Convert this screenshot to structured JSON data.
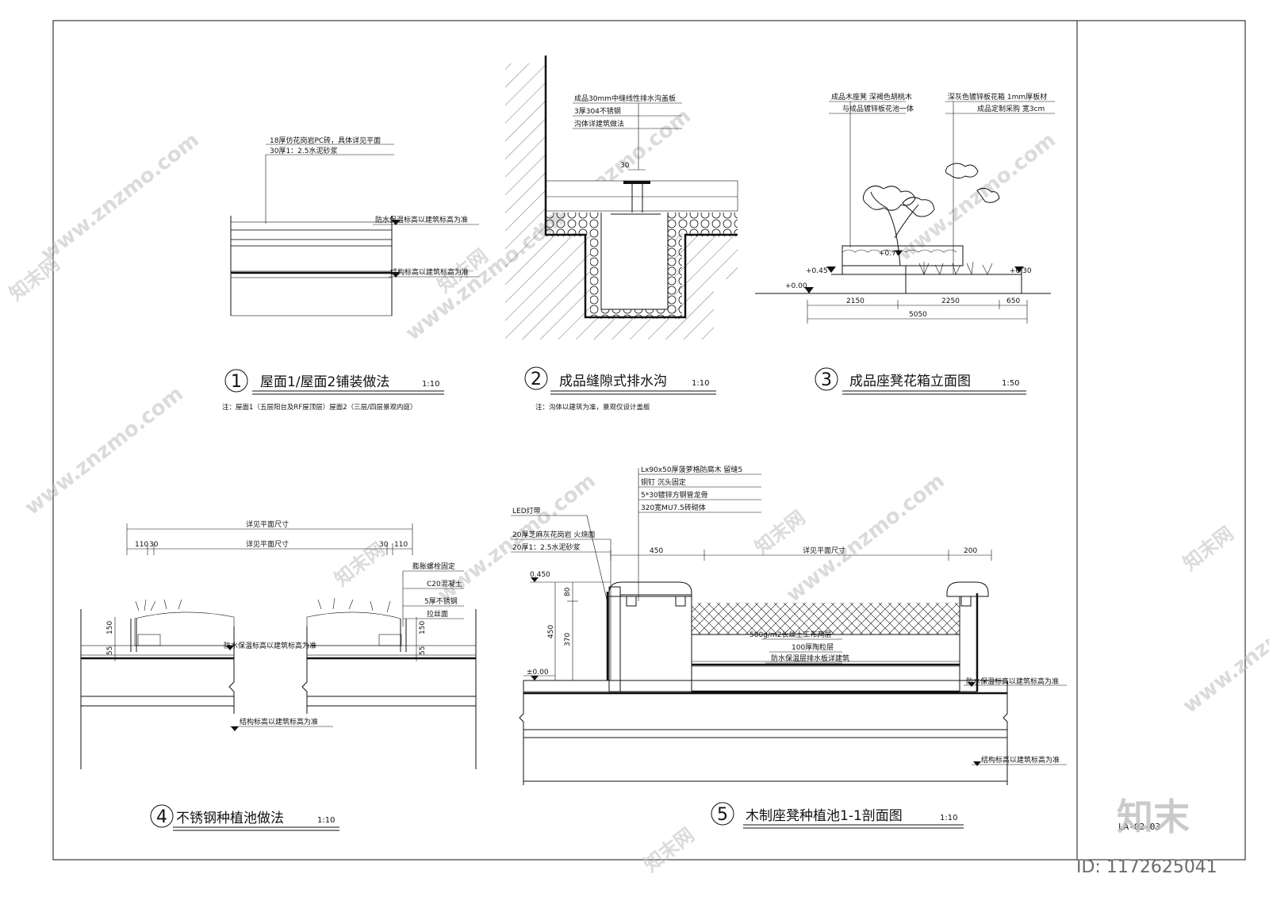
{
  "drawings": {
    "d1": {
      "num": "1",
      "title": "屋面1/屋面2铺装做法",
      "scale": "1:10",
      "note": "注：屋面1（五层阳台及RF屋顶层）屋面2（三层/四层景观内庭）",
      "callouts": [
        "18厚仿花岗岩PC砖，具体详见平面",
        "30厚1：2.5水泥砂浆"
      ],
      "level_top": "防水保温标高以建筑标高为准",
      "level_struct": "结构标高以建筑标高为准"
    },
    "d2": {
      "num": "2",
      "title": "成品缝隙式排水沟",
      "scale": "1:10",
      "note": "注：沟体以建筑为准，景观仅设计盖板",
      "callouts": [
        "成品30mm中缝线性排水沟盖板",
        "3厚304不锈钢",
        "沟体详建筑做法"
      ],
      "dim": "30"
    },
    "d3": {
      "num": "3",
      "title": "成品座凳花箱立面图",
      "scale": "1:50",
      "callouts_left": [
        "成品木座凳 深褐色胡桃木",
        "与成品镀锌板花池一体"
      ],
      "callouts_right": [
        "深灰色镀锌板花箱 1mm厚板材",
        "成品定制采购 宽3cm"
      ],
      "levels": [
        "+0.45",
        "+0.70",
        "+0.30",
        "+0.00"
      ],
      "dims": [
        "2150",
        "2250",
        "650",
        "5050"
      ]
    },
    "d4": {
      "num": "4",
      "title": "不锈钢种植池做法",
      "scale": "1:10",
      "dim_overall": "详见平面尺寸",
      "dim_inner": "详见平面尺寸",
      "dims": [
        "110",
        "30",
        "30",
        "110",
        "150",
        "55",
        "150",
        "55"
      ],
      "callouts": [
        "膨胀螺栓固定",
        "C20混凝土",
        "5厚不锈钢",
        "拉丝面"
      ],
      "level_top": "防水保温标高以建筑标高为准",
      "level_struct": "结构标高以建筑标高为准"
    },
    "d5": {
      "num": "5",
      "title": "木制座凳种植池1-1剖面图",
      "scale": "1:10",
      "callouts_top": [
        "Lx90x50厚菠萝格防腐木 留缝5",
        "铜钉 沉头固定",
        "5*30镀锌方钢管龙骨",
        "320宽MU7.5砖砌体"
      ],
      "callouts_left": [
        "LED灯带",
        "20厚芝麻灰花岗岩 火烧面",
        "20厚1：2.5水泥砂浆"
      ],
      "callouts_mid": [
        "500g/m2长丝土工布两层",
        "100厚陶粒层",
        "防水保温层排水板详建筑"
      ],
      "levels": [
        "0.450",
        "±0.00"
      ],
      "dims_v": [
        "80",
        "450",
        "370"
      ],
      "dims_h": [
        "450",
        "详见平面尺寸",
        "200"
      ],
      "level_top": "防水保温标高以建筑标高为准",
      "level_struct": "结构标高以建筑标高为准"
    }
  },
  "titleblock": {
    "sheet_no": "LA-02-03",
    "logo_text": "知末",
    "id_text": "ID: 1172625041"
  },
  "watermarks": {
    "site": "www.znzmo.com",
    "brand": "知末网"
  }
}
